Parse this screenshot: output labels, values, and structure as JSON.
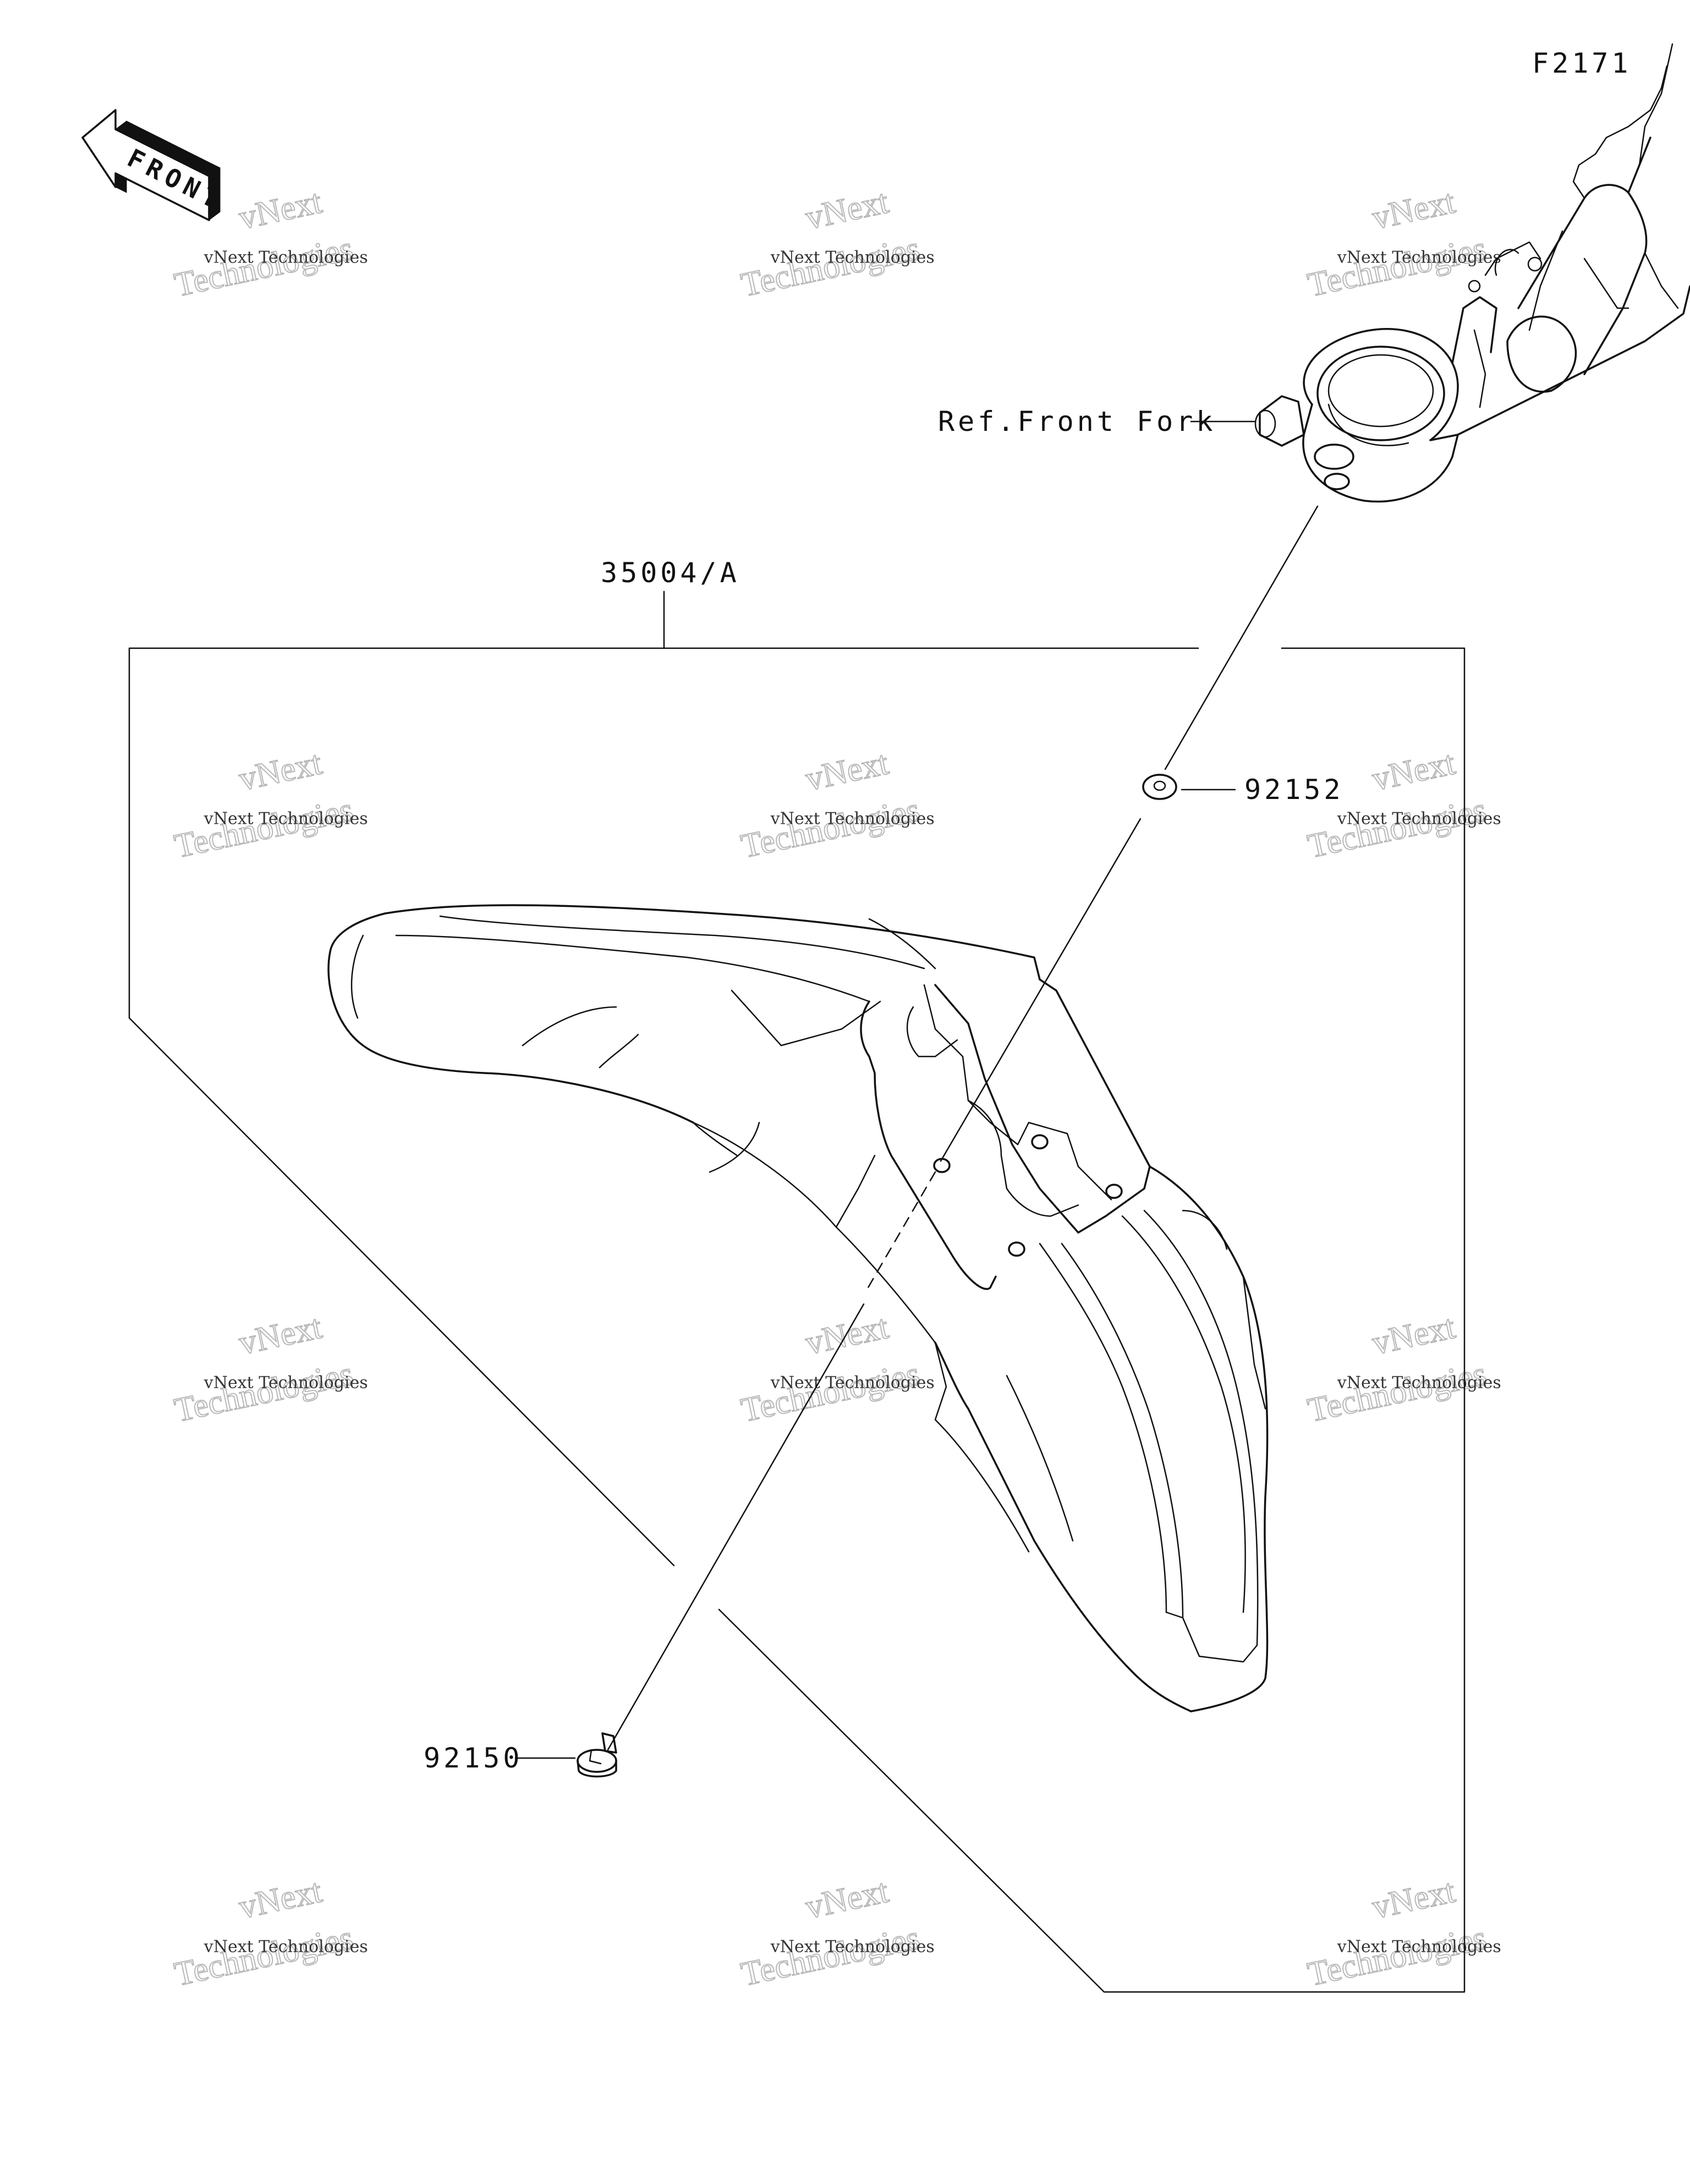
{
  "figure_code": "F2171",
  "front_arrow": {
    "label": "FRONT",
    "icon": "front-direction-arrow-icon"
  },
  "callouts": {
    "ref_front_fork": "Ref.Front Fork",
    "fender_assy": "35004/A",
    "washer": "92152",
    "bolt": "92150"
  },
  "watermark": {
    "line1": "vNext Technologies",
    "line2": "Technologies",
    "line3": "vNext"
  },
  "parts": [
    {
      "name": "front-fork-bracket",
      "icon": "fork-bracket-icon"
    },
    {
      "name": "front-fender",
      "icon": "fender-icon"
    },
    {
      "name": "washer-92152",
      "icon": "washer-icon"
    },
    {
      "name": "bolt-92150",
      "icon": "bolt-icon"
    }
  ]
}
